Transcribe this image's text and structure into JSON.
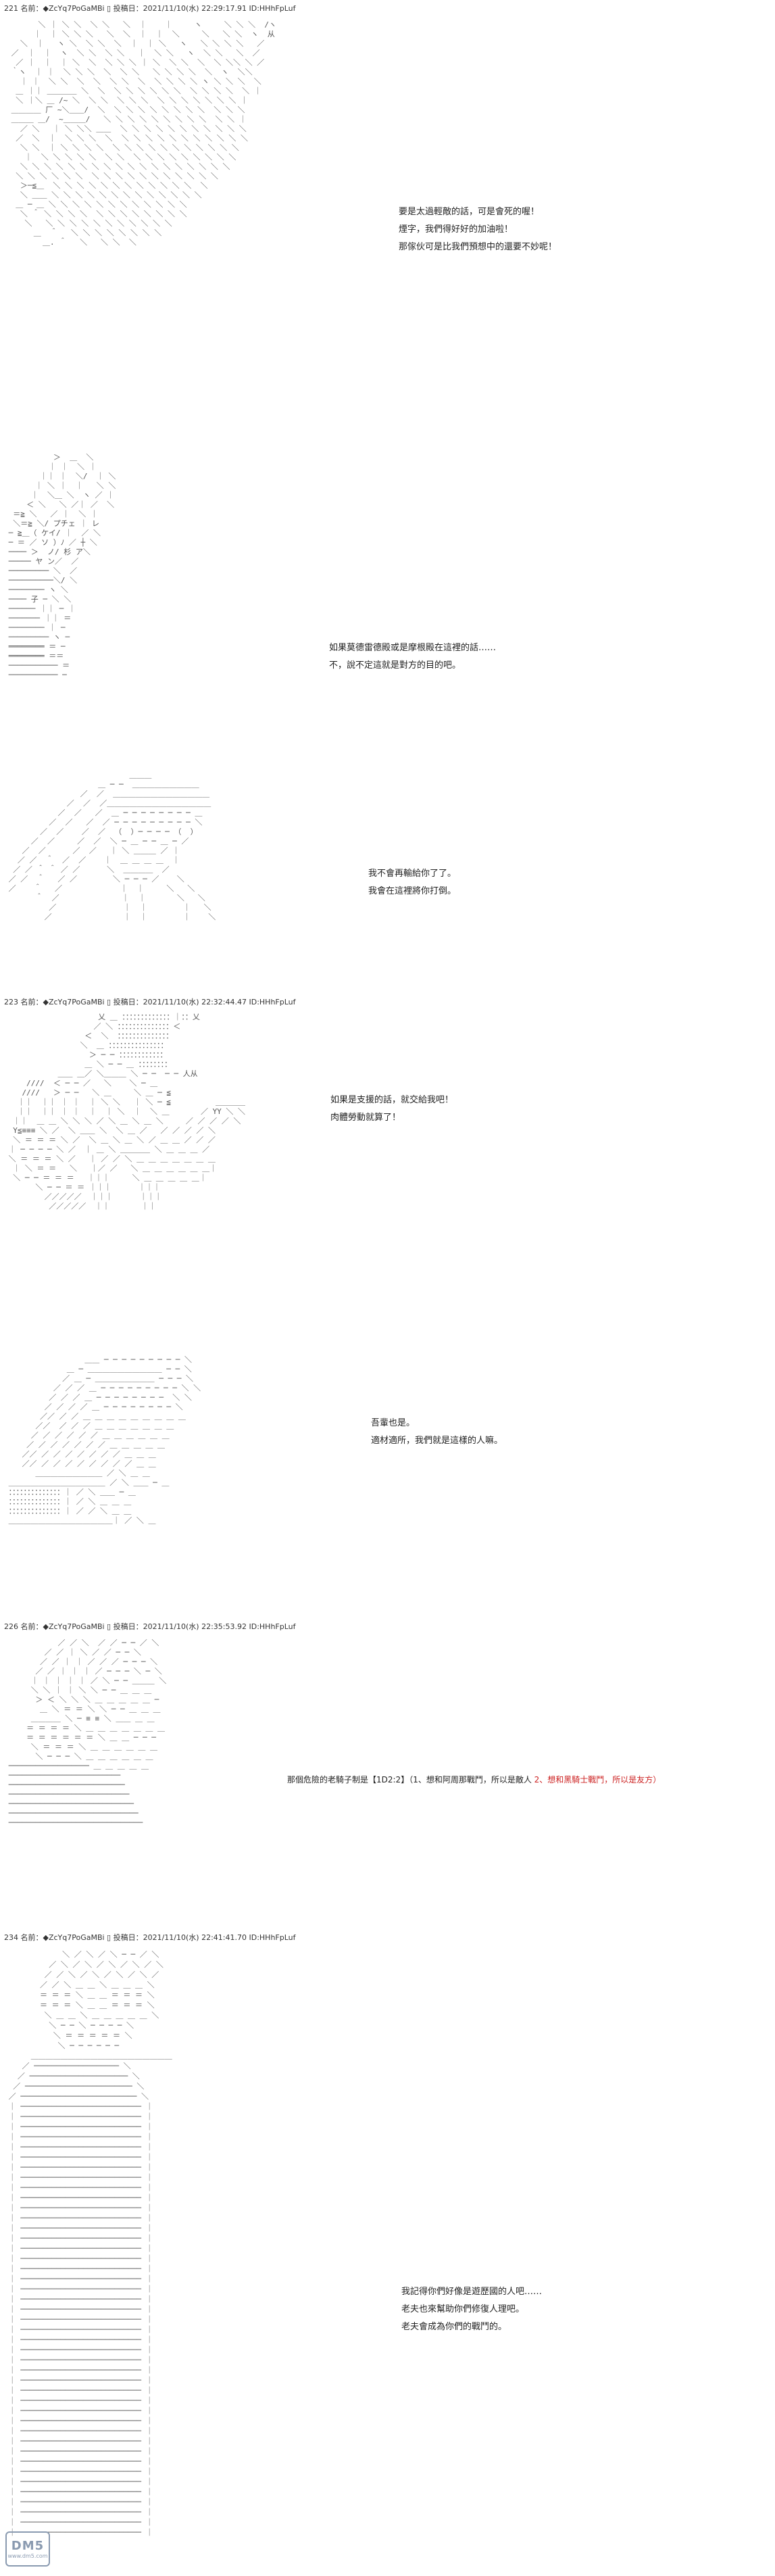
{
  "posts": [
    {
      "header": "221 名前：◆ZcYq7PoGaMBi ▯ 投稿日：2021/11/10(水) 22:29:17.91 ID:HHhFpLuf",
      "panels": [
        {
          "lines": [
            "要是太過輕敵的話，可是會死的喔！",
            "煙字，我們得好好的加油啦！",
            "那傢伙可是比我們預想中的還要不妙呢！"
          ]
        },
        {
          "lines": [
            "如果莫德雷德殿或是摩根殿在這裡的話……",
            "不，說不定這就是對方的目的吧。"
          ]
        },
        {
          "lines": [
            "我不會再輸給你了了。",
            "我會在這裡將你打倒。"
          ]
        }
      ]
    },
    {
      "header": "223 名前：◆ZcYq7PoGaMBi ▯ 投稿日：2021/11/10(水) 22:32:44.47 ID:HHhFpLuf",
      "panels": [
        {
          "lines": [
            "如果是支援的話，就交給我吧！",
            "肉體勞動就算了！"
          ]
        },
        {
          "lines": [
            "吾輩也是。",
            "適材適所，我們就是這樣的人嘛。"
          ]
        }
      ]
    },
    {
      "header": "226 名前：◆ZcYq7PoGaMBi ▯ 投稿日：2021/11/10(水) 22:35:53.92 ID:HHhFpLuf",
      "panels": [
        {
          "prefix": "那個危險的老騎子制是【1D2:2】（1、想和阿周那戰鬥，所以是敵人",
          "highlight": "2、想和黑騎士戰鬥，所以是友方）"
        }
      ]
    },
    {
      "header": "234 名前：◆ZcYq7PoGaMBi ▯ 投稿日：2021/11/10(水) 22:41:41.70 ID:HHhFpLuf",
      "panels": [
        {
          "lines": [
            "我記得你們好像是遊歷國的人吧……",
            "老夫也來幫助你們修復人理吧。",
            "老夫會成為你們的戰鬥的。"
          ]
        }
      ]
    }
  ],
  "watermark": {
    "logo": "DM5",
    "site": "www.dm5.com"
  },
  "colors": {
    "highlight": "#cc2222",
    "art": "#555555"
  }
}
